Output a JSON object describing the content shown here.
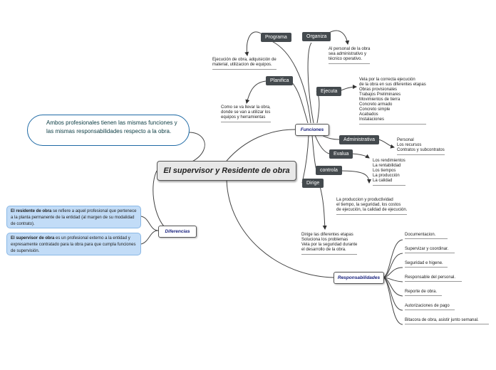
{
  "central": "El supervisor y Residente de obra",
  "funciones": {
    "label": "Funciones",
    "programa": {
      "label": "Programa",
      "note": [
        "Ejecución de obra, adquisición de",
        "material, utilizacion de equipos."
      ]
    },
    "organiza": {
      "label": "Organiza",
      "note": [
        "Al personal de la obra",
        "sea administrativo y",
        "técnico operativo."
      ]
    },
    "planifica": {
      "label": "Planifica",
      "note": [
        "Como se va llevar la obra,",
        "donde se van a utilizar los",
        "equipos y herramientas"
      ]
    },
    "ejecuta": {
      "label": "Ejecuta",
      "note": [
        "Vela por la correcta ejecución",
        "de la obra en sus diferentes etapas",
        "Obras provisionales",
        "Trabajos Preliminares",
        "Movimientos de tierra",
        "Concreto armado",
        "Concreto simple",
        "Acabados",
        "Instalaciones"
      ]
    },
    "administrativa": {
      "label": "Administrativa",
      "note": [
        "Personal",
        "Los recursos",
        "Contratos y subcontratos"
      ]
    },
    "evalua": {
      "label": "Evalua",
      "note": [
        "Los rendimientos",
        "La rentabilidad",
        "Los tiempos",
        "La producción",
        "La calidad"
      ]
    },
    "control": {
      "label": "controla",
      "note": [
        "La produccion y productividad",
        "el tiempo, la seguridad, los costos",
        "de ejecución, la calidad de ejecución."
      ]
    },
    "dirige": {
      "label": "Dirige",
      "note": [
        "Dirige las diferentes etapas",
        "Soluciona los problemas",
        "Vela por la seguridad durante",
        "el desarrollo de la obra."
      ]
    }
  },
  "responsabilidades": {
    "label": "Responsabilidades",
    "items": [
      "Documentacion.",
      "Supervizar y coordinar.",
      "Seguridad e higene.",
      "Responsable del personal.",
      "Reporte de obra.",
      "Autorizaciones de pago",
      "Bitacora de obra, asistir junto semanal."
    ]
  },
  "diferencias": {
    "label": "Diferencias",
    "residente": {
      "term": "El residente de obra",
      "text": " se refiere a aquel profesional que pertenece a la planta permanente de la entidad (al margen de su modalidad de contrato)."
    },
    "supervisor": {
      "term": "El supervisor de obra",
      "text": " es un profesional externo a la entidad y expresamente contratado para la obra para que cumpla funciones de supervisión."
    }
  },
  "bubble": "Ambos profesionales tienen las mismas funciones y las mismas responsabilidades respecto a la obra."
}
